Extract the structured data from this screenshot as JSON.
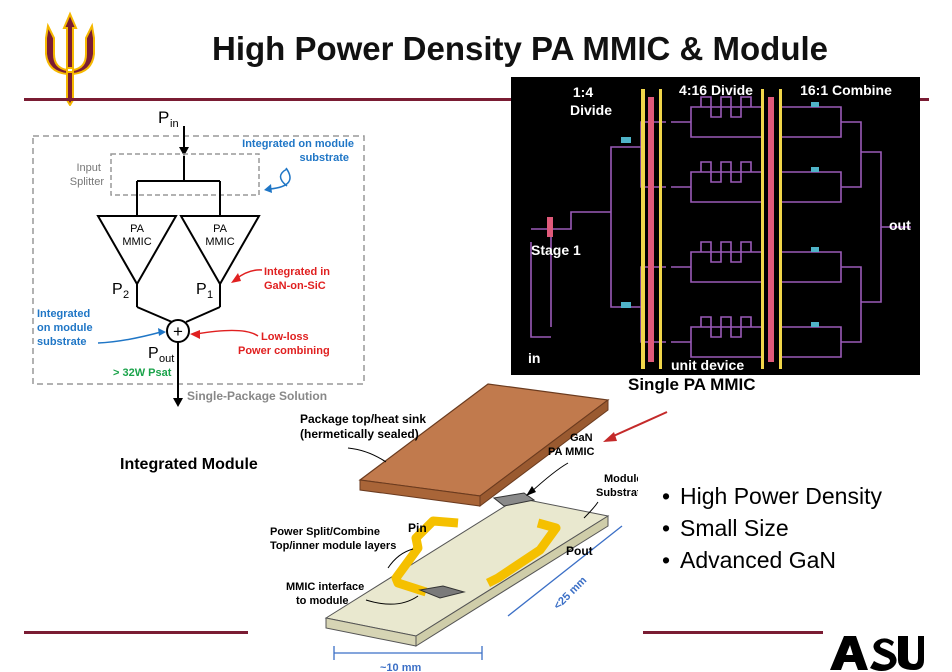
{
  "title": "High Power Density PA MMIC & Module",
  "colors": {
    "asu_maroon": "#7a1c33",
    "asu_gold": "#f5b800",
    "label_blue": "#1f76c6",
    "label_red": "#e02020",
    "label_green": "#1aa34a",
    "layout_bg": "#000000",
    "package_lid": "#c17a4d",
    "substrate": "#e9e8cf",
    "trace_gold": "#f5c000"
  },
  "icons": {
    "logo_left": "pitchfork-icon",
    "logo_right": "asu-logo"
  },
  "block_diagram": {
    "pin": "P",
    "pin_sub": "in",
    "input_splitter": "Input\nSplitter",
    "integrated_substrate_top": "Integrated on module\nsubstrate",
    "pa_left": "PA\nMMIC",
    "pa_right": "PA\nMMIC",
    "p2": "P",
    "p2_sub": "2",
    "p1": "P",
    "p1_sub": "1",
    "integrated_gan": "Integrated in\nGaN-on-SiC",
    "integrated_substrate_left": "Integrated\non module\nsubstrate",
    "combiner_symbol": "+",
    "low_loss": "Low-loss\nPower combining",
    "pout": "P",
    "pout_sub": "out",
    "psat": "> 32W Psat",
    "single_package": "Single-Package Solution"
  },
  "layout_image": {
    "divide_1_4": "1:4\nDivide",
    "divide_4_16": "4:16 Divide",
    "combine_16_1": "16:1 Combine",
    "stage1": "Stage 1",
    "out": "out",
    "in": "in",
    "unit_device": "unit device",
    "caption": "Single PA MMIC"
  },
  "module": {
    "integrated_module": "Integrated Module",
    "package_top": "Package top/heat sink\n(hermetically sealed)",
    "gan_mmic": "GaN\nPA MMIC",
    "module_substrate": "Module\nSubstrate",
    "power_split": "Power Split/Combine\nTop/inner module layers",
    "pin": "Pin",
    "pout": "Pout",
    "mmic_interface": "MMIC interface\nto module",
    "dim_25": "<25 mm",
    "dim_10": "~10 mm"
  },
  "bullets": [
    "High Power Density",
    "Small Size",
    "Advanced GaN"
  ]
}
